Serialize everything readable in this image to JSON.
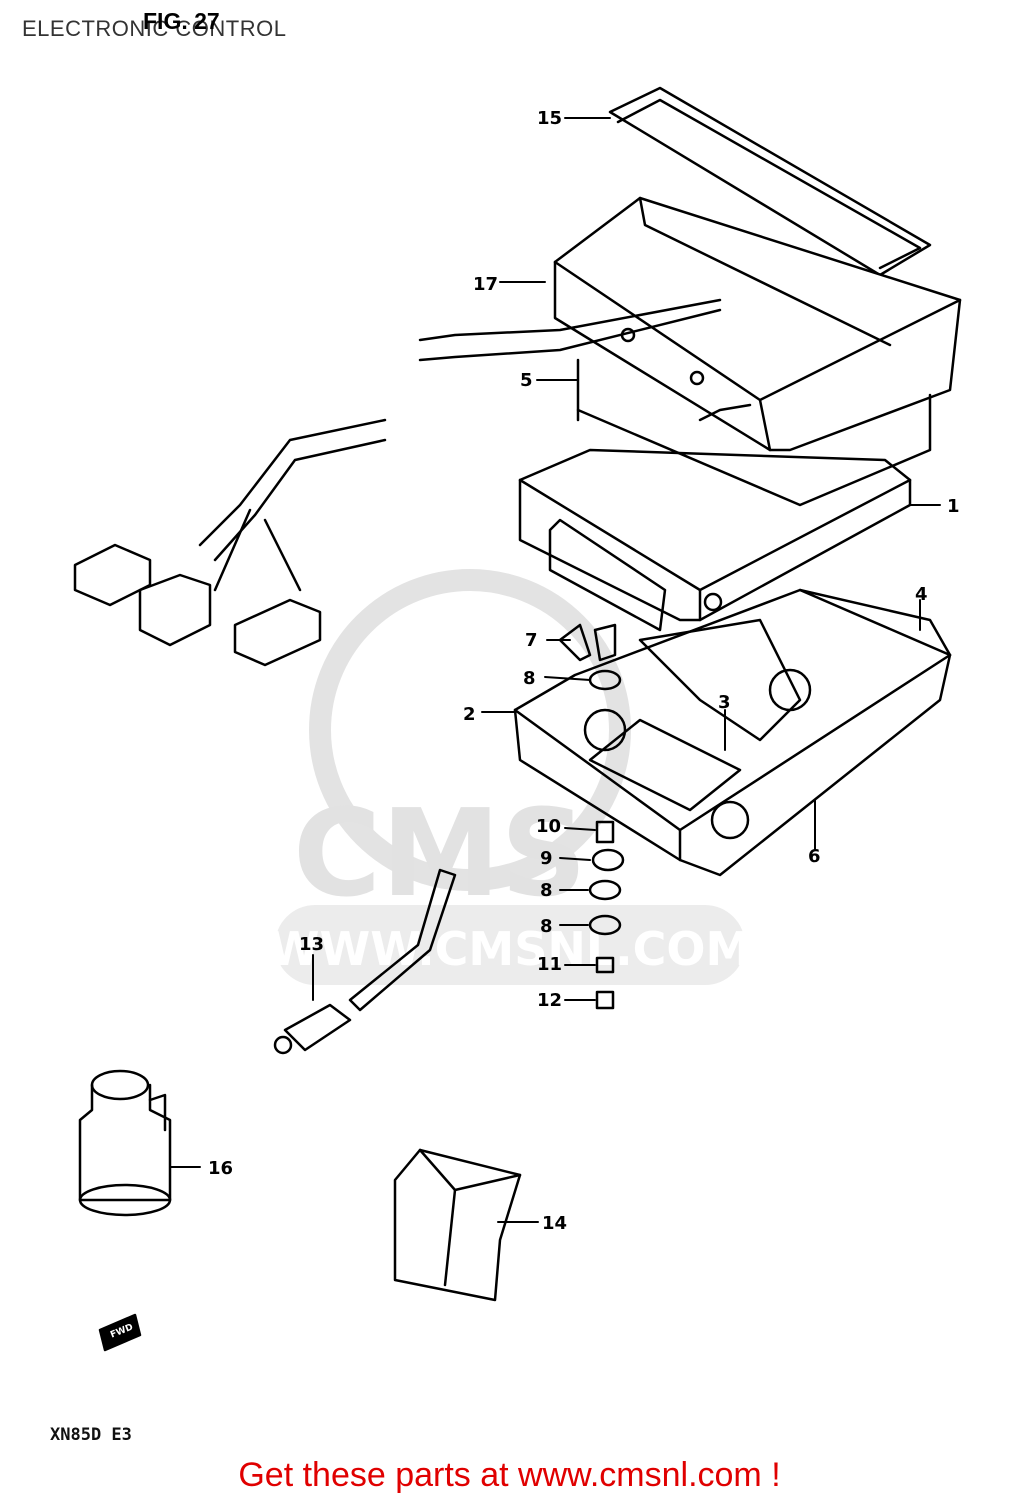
{
  "header": {
    "section_title": "ELECTRONIC CONTROL",
    "figure_label": "FIG. 27"
  },
  "diagram": {
    "part_callouts": [
      "1",
      "2",
      "3",
      "4",
      "5",
      "6",
      "7",
      "8",
      "8",
      "8",
      "9",
      "10",
      "11",
      "12",
      "13",
      "14",
      "15",
      "16",
      "17"
    ],
    "fwd_marker": "FWD",
    "model_code": "XN85D E3"
  },
  "watermark": {
    "text": "WWW.CMSNL.COM",
    "logo_text": "CMS"
  },
  "footer": {
    "cta": "Get these parts at www.cmsnl.com !"
  },
  "colors": {
    "cta": "#e00000",
    "line": "#000000",
    "watermark": "#dcdcdc"
  }
}
